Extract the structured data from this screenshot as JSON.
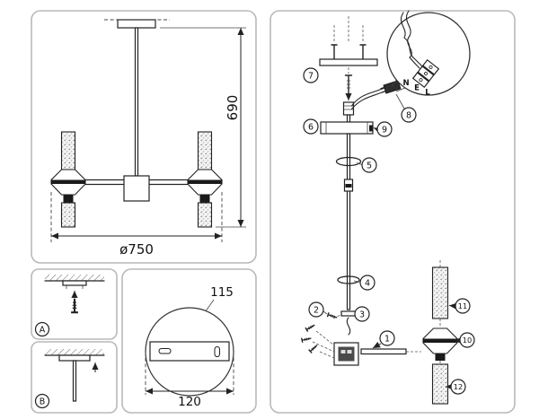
{
  "front_view": {
    "height_label": "690",
    "diameter_label": "ø750"
  },
  "detail_a": {
    "label": "A"
  },
  "detail_b": {
    "label": "B"
  },
  "plate_view": {
    "width_label": "115",
    "diameter_label": "120"
  },
  "exploded_view": {
    "terminal_labels": [
      "N",
      "E",
      "L"
    ],
    "callouts": [
      "1",
      "2",
      "3",
      "4",
      "5",
      "6",
      "7",
      "8",
      "9",
      "10",
      "11",
      "12"
    ]
  },
  "colors": {
    "line": "#222222",
    "panel_border": "#b9b9b9",
    "dark_fill": "#1a1a1a",
    "texture_dot": "#777777"
  }
}
